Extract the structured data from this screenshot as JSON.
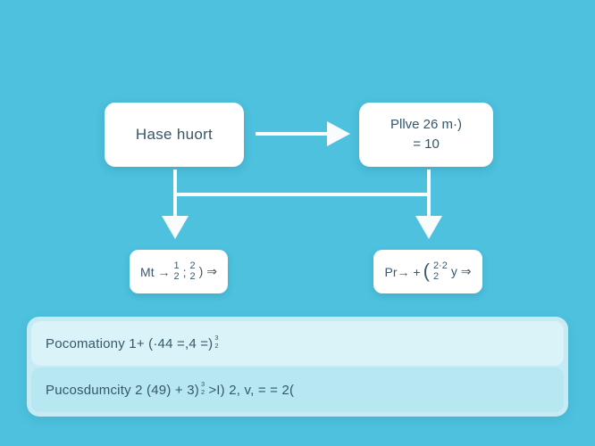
{
  "diagram": {
    "box1": {
      "label": "Hase huort"
    },
    "box2": {
      "line1": "Pllve 26 m·)",
      "line2": "= 10"
    },
    "small_left": {
      "prefix": "Mt →",
      "frac1": {
        "num": "1",
        "den": "2"
      },
      "sep": ";",
      "frac2": {
        "num": "2",
        "den": "2"
      },
      "suffix": ") ⇒"
    },
    "small_right": {
      "prefix": "Pr→ +",
      "paren": "(",
      "frac": {
        "num": "2·2",
        "den": "2"
      },
      "suffix": "y ⇒"
    }
  },
  "panel": {
    "row1": {
      "text": "Pocomationy 1+ (·44 =,4 =)",
      "frac": {
        "num": "3",
        "den": "2"
      }
    },
    "row2": {
      "prefix": "Pucosdumcity 2 (49) + 3)",
      "frac": {
        "num": "3",
        "den": "2"
      },
      "suffix": ">I) 2, v, = = 2("
    }
  },
  "colors": {
    "background": "#4dc1de",
    "card": "#ffffff",
    "text": "#35576b",
    "connector": "#f8fcfd",
    "panel": "#c6ebf4",
    "panel_row1": "#daf3f9",
    "panel_row2": "#b7e7f1"
  }
}
